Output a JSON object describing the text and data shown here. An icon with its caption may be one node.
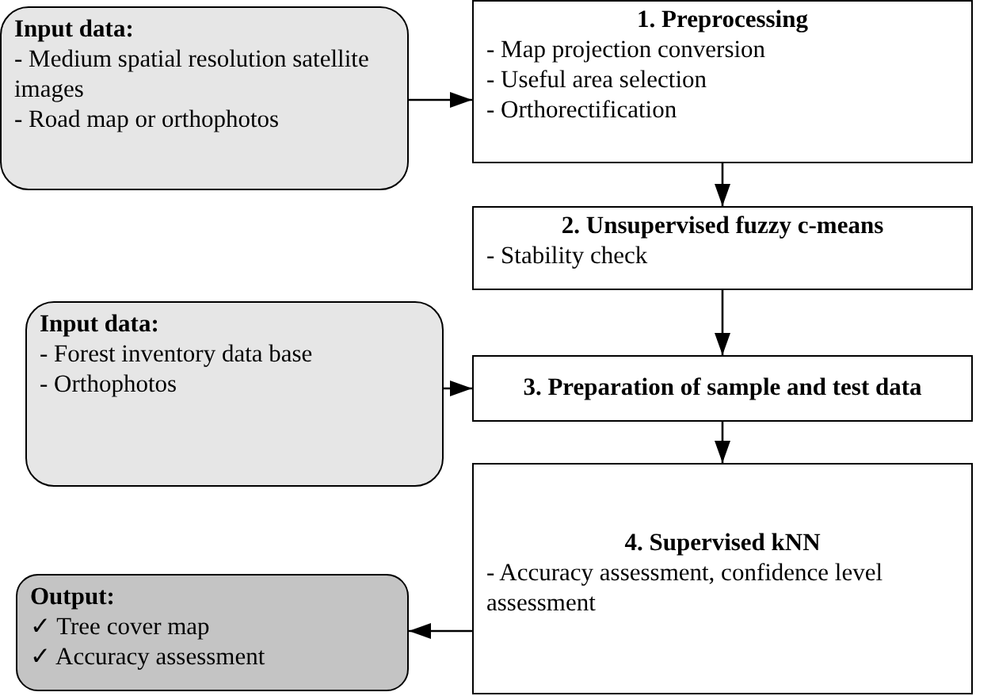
{
  "diagram": {
    "nodes": [
      {
        "text": [
          "Input data:",
          "- Medium spatial resolution satellite images",
          "- Road map or orthophotos"
        ]
      },
      {
        "text": [
          "1. Preprocessing",
          "- Map projection conversion",
          "- Useful area selection",
          "- Orthorectification"
        ]
      },
      {
        "text": [
          "2. Unsupervised fuzzy c-means",
          "- Stability check"
        ]
      },
      {
        "text": [
          "Input data:",
          "- Forest inventory data base",
          "- Orthophotos"
        ]
      },
      {
        "text": [
          "3. Preparation of sample and test data"
        ]
      },
      {
        "text": [
          "4. Supervised kNN",
          "- Accuracy assessment, confidence level assessment"
        ]
      },
      {
        "text": [
          "Output:",
          "✓ Tree cover map",
          "✓ Accuracy assessment"
        ]
      }
    ],
    "edges": [
      {
        "from": 0,
        "to": 1,
        "arrow": "to"
      },
      {
        "from": 1,
        "to": 2,
        "arrow": "to"
      },
      {
        "from": 2,
        "to": 4,
        "arrow": "to"
      },
      {
        "from": 3,
        "to": 4,
        "arrow": "to"
      },
      {
        "from": 4,
        "to": 5,
        "arrow": "to"
      },
      {
        "from": 5,
        "to": 6,
        "arrow": "to"
      }
    ]
  }
}
